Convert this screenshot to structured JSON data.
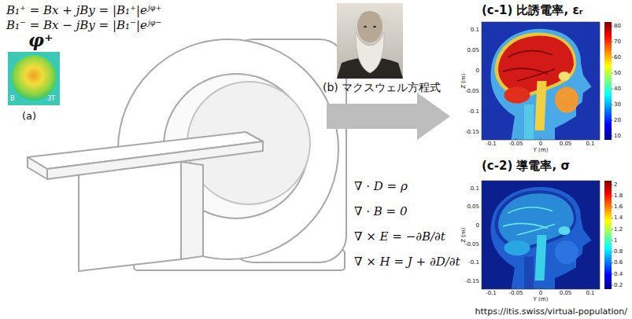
{
  "diagram": {
    "nodes": [
      {
        "text": [
          "φ⁺",
          "B",
          "3T",
          "(a)"
        ]
      },
      {
        "text": [
          "(c-1) 比誘電率, εᵣ"
        ]
      },
      {
        "text": [
          "(c-2) 導電率, σ"
        ]
      }
    ],
    "labels": [
      "B₁⁺ = Bx + jBy = |B₁⁺|eʲᵠ⁺",
      "B₁⁻ = Bx − jBy = |B₁⁻|eʲᵠ⁻",
      "(b) マクスウェル方程式",
      "∇ · D = ρ",
      "∇ · B = 0",
      "∇ × E = −∂B/∂t",
      "∇ × H = J + ∂D/∂t",
      "80",
      "70",
      "60",
      "50",
      "40",
      "30",
      "20",
      "10",
      "0.1",
      "0.05",
      "0",
      "-0.05",
      "-0.1",
      "-0.15",
      "-0.1",
      "-0.05",
      "0",
      "0.05",
      "0.1",
      "Z (m)",
      "Y (m)",
      "2",
      "1.8",
      "1.6",
      "1.4",
      "1.2",
      "1",
      "0.8",
      "0.6",
      "0.4",
      "0.2",
      "0.1",
      "0.05",
      "0",
      "-0.05",
      "-0.1",
      "-0.15",
      "-0.1",
      "-0.05",
      "0",
      "0.05",
      "0.1",
      "Z (m)",
      "Y (m)",
      "https://itis.swiss/virtual-population/"
    ]
  }
}
